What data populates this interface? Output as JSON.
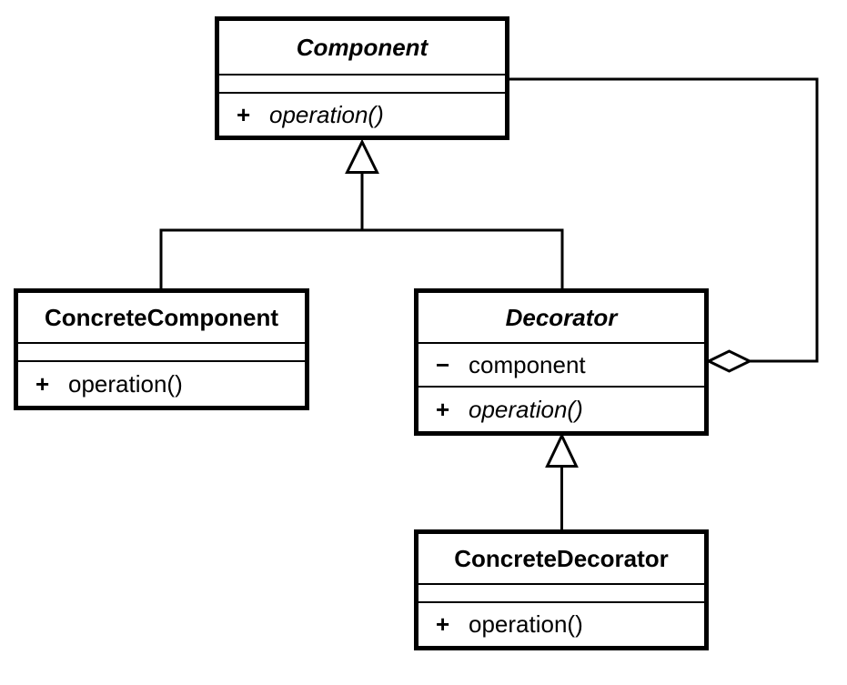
{
  "diagram": {
    "kind": "uml-class-diagram",
    "pattern": "Decorator",
    "colors": {
      "background": "#ffffff",
      "line": "#000000",
      "box_border": "#000000",
      "box_fill": "#ffffff",
      "text": "#000000"
    }
  },
  "classes": {
    "component": {
      "name": "Component",
      "operations": [
        {
          "visibility": "+",
          "signature": "operation()"
        }
      ]
    },
    "concrete_component": {
      "name": "ConcreteComponent",
      "operations": [
        {
          "visibility": "+",
          "signature": "operation()"
        }
      ]
    },
    "decorator": {
      "name": "Decorator",
      "attributes": [
        {
          "visibility": "−",
          "name": "component"
        }
      ],
      "operations": [
        {
          "visibility": "+",
          "signature": "operation()"
        }
      ]
    },
    "concrete_decorator": {
      "name": "ConcreteDecorator",
      "operations": [
        {
          "visibility": "+",
          "signature": "operation()"
        }
      ]
    }
  },
  "relationships": [
    {
      "type": "generalization",
      "from": "ConcreteComponent",
      "to": "Component"
    },
    {
      "type": "generalization",
      "from": "Decorator",
      "to": "Component"
    },
    {
      "type": "generalization",
      "from": "ConcreteDecorator",
      "to": "Decorator"
    },
    {
      "type": "aggregation",
      "from": "Decorator",
      "to": "Component"
    }
  ]
}
